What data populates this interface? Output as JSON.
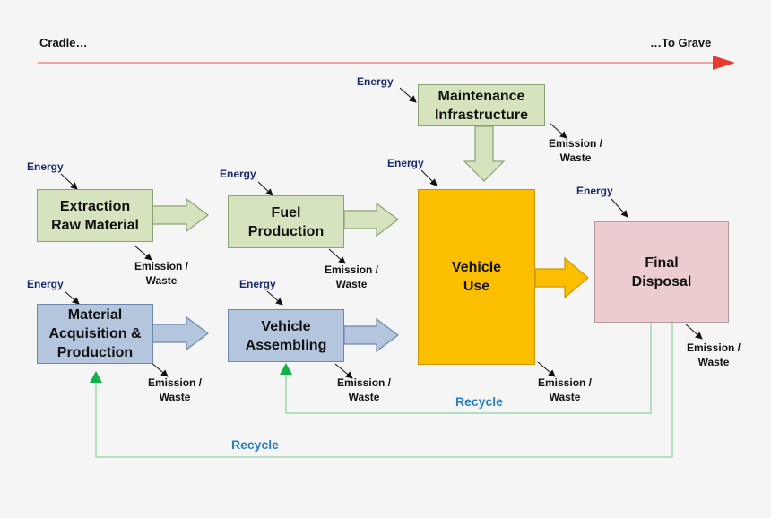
{
  "header": {
    "start": "Cradle…",
    "end": "…To Grave"
  },
  "nodes": {
    "extraction": "Extraction\nRaw Material",
    "fuel": "Fuel\nProduction",
    "maintenance": "Maintenance\nInfrastructure",
    "vehicle_use": "Vehicle\nUse",
    "final_disposal": "Final\nDisposal",
    "material": "Material\nAcquisition  &\nProduction",
    "assembling": "Vehicle\nAssembling"
  },
  "labels": {
    "energy": "Energy",
    "emission": "Emission /",
    "waste": "Waste",
    "recycle": "Recycle"
  },
  "colors": {
    "green_box": "#d5e3bf",
    "blue_box": "#b4c5de",
    "yellow_box": "#fbbf00",
    "pink_box": "#ecccce",
    "timeline": "#e05050",
    "recycle_line": "#8fd0a0",
    "recycle_arrow": "#12b24a"
  }
}
